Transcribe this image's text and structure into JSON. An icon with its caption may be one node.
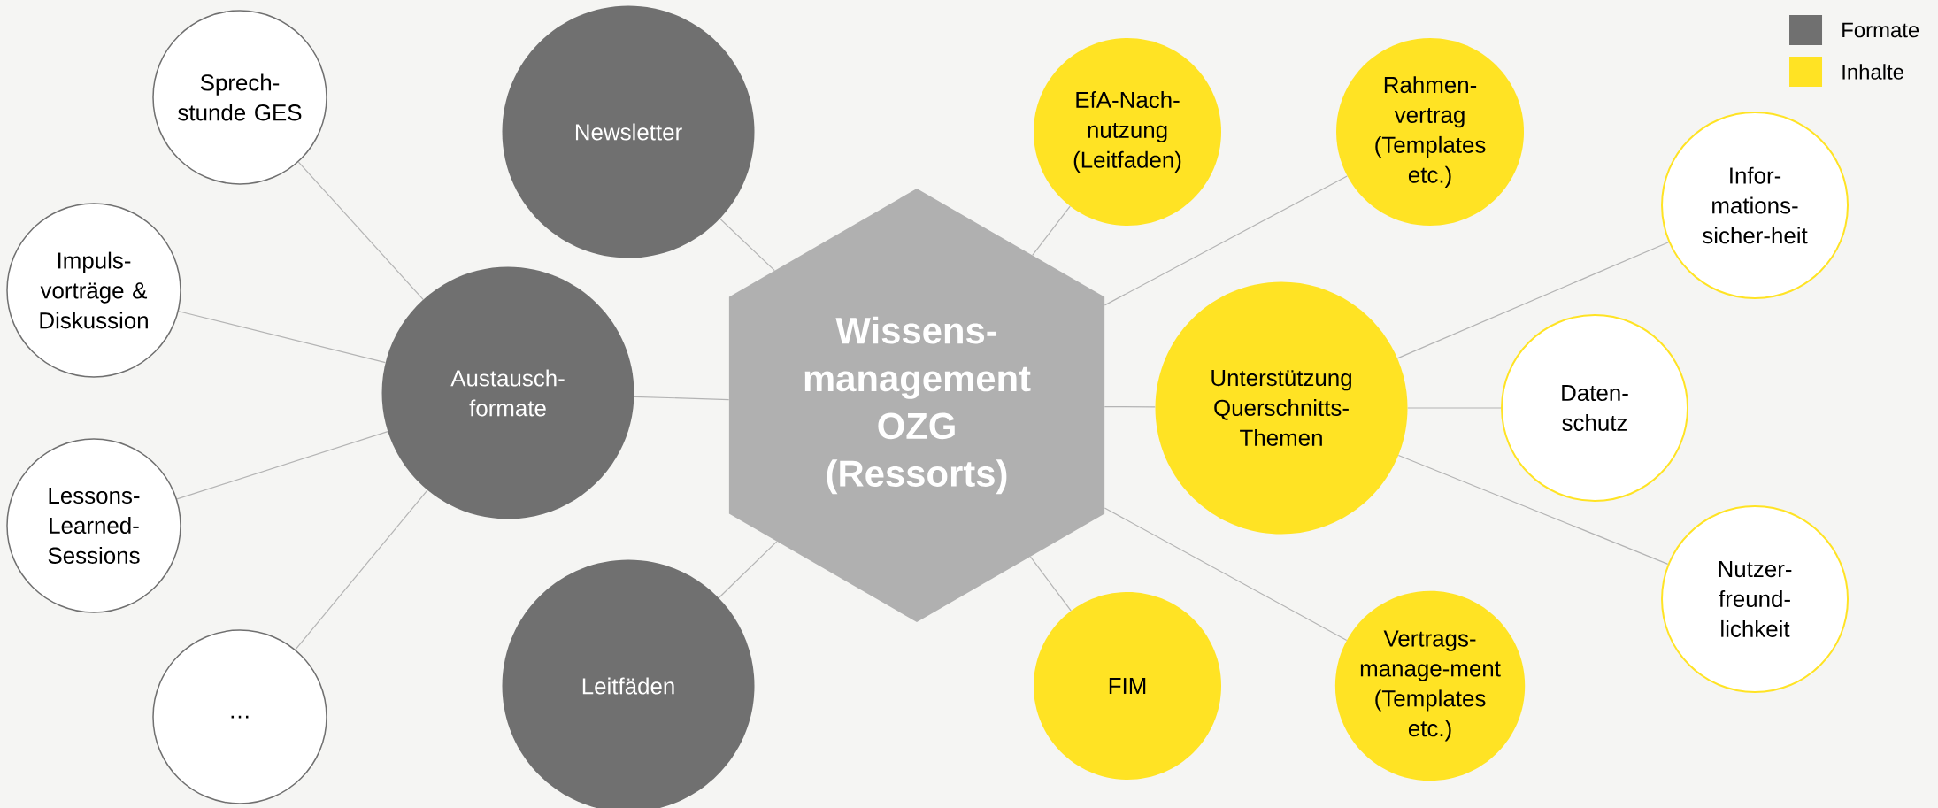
{
  "diagram": {
    "nodes": [
      {
        "text": [
          "Sprech- stunde GES"
        ]
      },
      {
        "text": [
          "Impuls- vorträge & Diskussion"
        ]
      },
      {
        "text": [
          "Lessons- Learned- Sessions"
        ]
      },
      {
        "text": [
          "…"
        ]
      },
      {
        "text": [
          "Austausch- formate"
        ]
      },
      {
        "text": [
          "Newsletter"
        ]
      },
      {
        "text": [
          "Leitfäden"
        ]
      },
      {
        "text": [
          "Wissens- management OZG (Ressorts)"
        ]
      },
      {
        "text": [
          "EfA-Nach- nutzung (Leitfaden)"
        ]
      },
      {
        "text": [
          "FIM"
        ]
      },
      {
        "text": [
          "Rahmen- vertrag (Templates etc.)"
        ]
      },
      {
        "text": [
          "Unterstützung Querschnitts- Themen"
        ]
      },
      {
        "text": [
          "Vertrags- manage-ment (Templates etc.)"
        ]
      },
      {
        "text": [
          "Infor- mations- sicher-heit"
        ]
      },
      {
        "text": [
          "Daten- schutz"
        ]
      },
      {
        "text": [
          "Nutzer- freund- lichkeit"
        ]
      }
    ],
    "edges": [
      {
        "from": 7,
        "to": 5,
        "arrow": "none"
      },
      {
        "from": 7,
        "to": 4,
        "arrow": "none"
      },
      {
        "from": 7,
        "to": 6,
        "arrow": "none"
      },
      {
        "from": 7,
        "to": 8,
        "arrow": "none"
      },
      {
        "from": 7,
        "to": 10,
        "arrow": "none"
      },
      {
        "from": 7,
        "to": 11,
        "arrow": "none"
      },
      {
        "from": 7,
        "to": 9,
        "arrow": "none"
      },
      {
        "from": 7,
        "to": 12,
        "arrow": "none"
      },
      {
        "from": 4,
        "to": 0,
        "arrow": "none"
      },
      {
        "from": 4,
        "to": 1,
        "arrow": "none"
      },
      {
        "from": 4,
        "to": 2,
        "arrow": "none"
      },
      {
        "from": 4,
        "to": 3,
        "arrow": "none"
      },
      {
        "from": 11,
        "to": 13,
        "arrow": "none"
      },
      {
        "from": 11,
        "to": 14,
        "arrow": "none"
      },
      {
        "from": 11,
        "to": 15,
        "arrow": "none"
      }
    ],
    "legend": [
      {
        "text": "Formate",
        "color": "#707070"
      },
      {
        "text": "Inhalte",
        "color": "#ffe324"
      }
    ]
  }
}
